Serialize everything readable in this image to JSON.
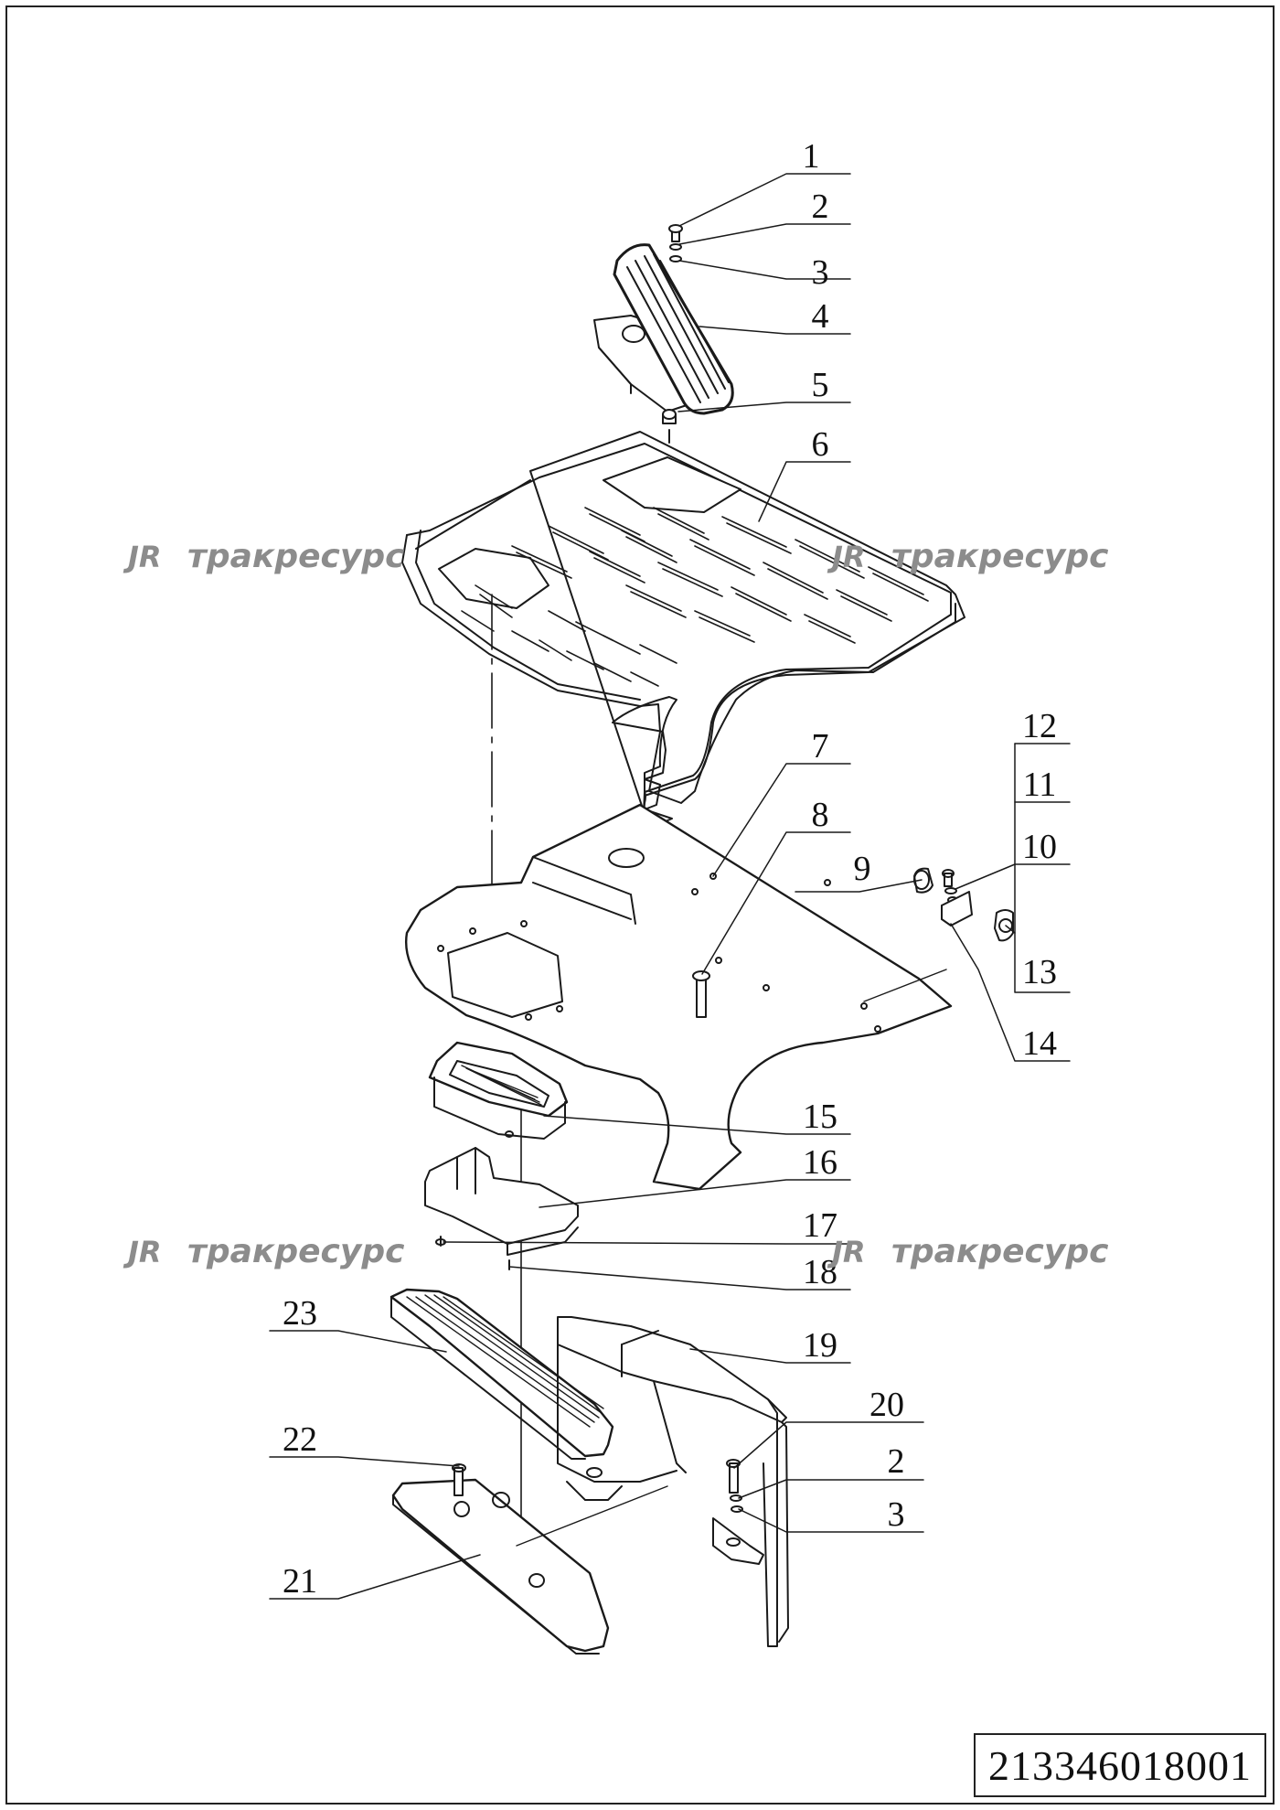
{
  "drawing": {
    "document_number": "213346018001"
  },
  "watermarks": [
    {
      "logo_letters": "JR",
      "text": "тракресурс"
    },
    {
      "logo_letters": "JR",
      "text": "тракресурс"
    },
    {
      "logo_letters": "JR",
      "text": "тракресурс"
    },
    {
      "logo_letters": "JR",
      "text": "тракресурс"
    }
  ],
  "callouts": [
    "1",
    "2",
    "3",
    "4",
    "5",
    "6",
    "7",
    "8",
    "9",
    "10",
    "11",
    "12",
    "13",
    "14",
    "15",
    "16",
    "17",
    "18",
    "19",
    "20",
    "2",
    "3",
    "21",
    "22",
    "23"
  ],
  "colors": {
    "line": "#1a1a1a",
    "watermark": "#8c8c8c",
    "background": "#ffffff"
  }
}
